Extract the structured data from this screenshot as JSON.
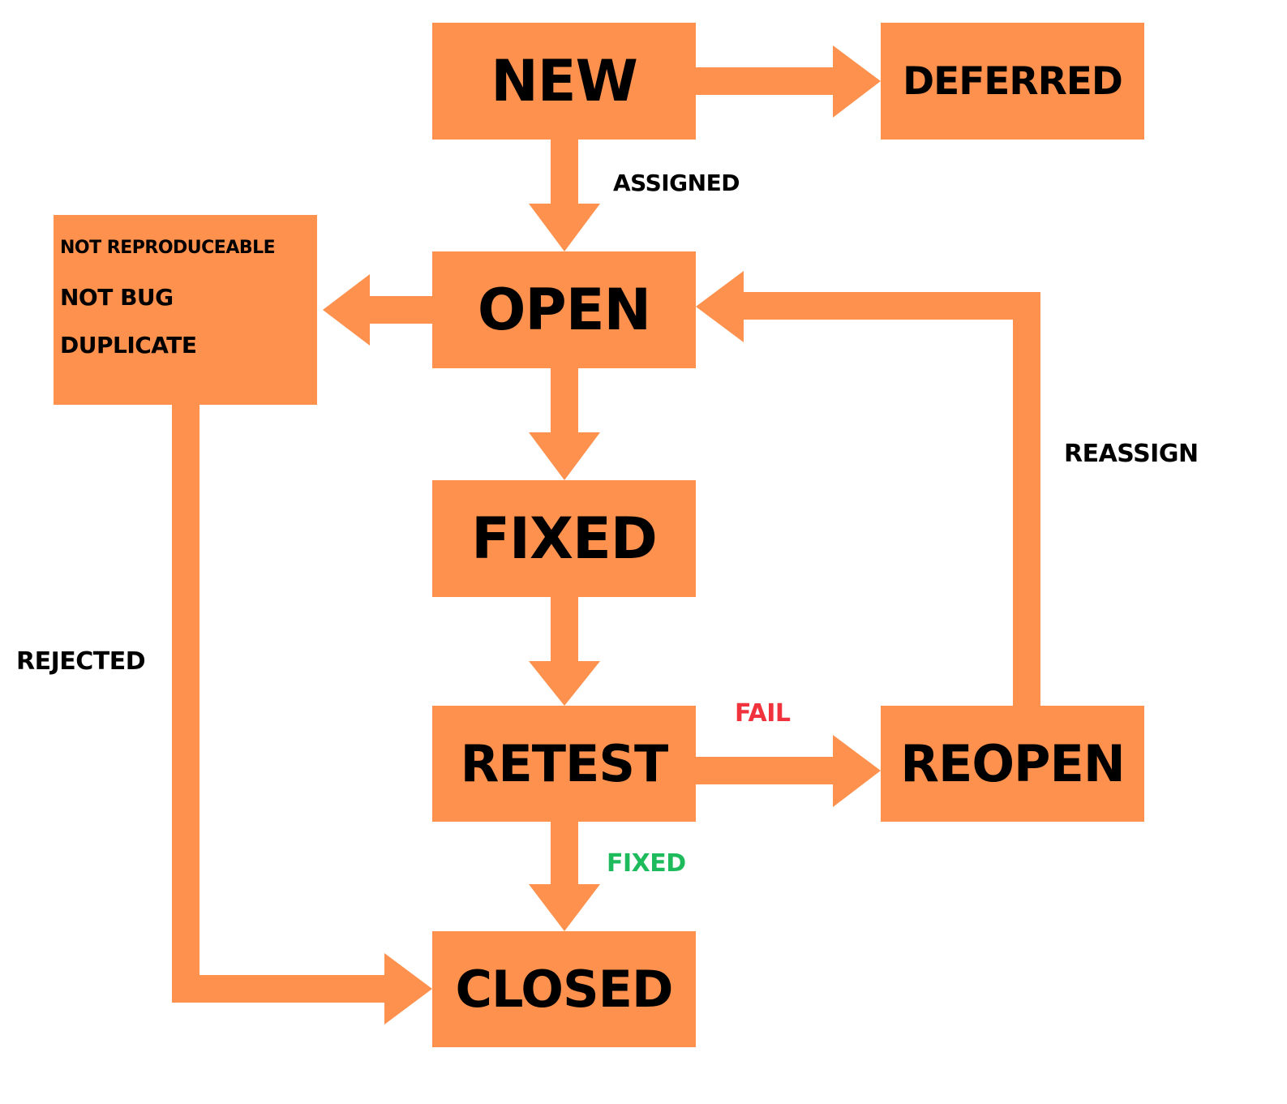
{
  "colors": {
    "box_fill": "#fd914d",
    "arrow_fill": "#fd914d",
    "text": "#000000",
    "fail_label": "#f0333d",
    "fixed_label": "#1dbb5c",
    "background": "#ffffff"
  },
  "states": {
    "new": "NEW",
    "deferred": "DEFERRED",
    "open": "OPEN",
    "fixed": "FIXED",
    "retest": "RETEST",
    "reopen": "REOPEN",
    "closed": "CLOSED"
  },
  "rejection_reasons": [
    "NOT REPRODUCEABLE",
    "NOT BUG",
    "DUPLICATE"
  ],
  "edge_labels": {
    "assigned": "ASSIGNED",
    "reassign": "REASSIGN",
    "rejected": "REJECTED",
    "fail": "FAIL",
    "fixed": "FIXED"
  }
}
